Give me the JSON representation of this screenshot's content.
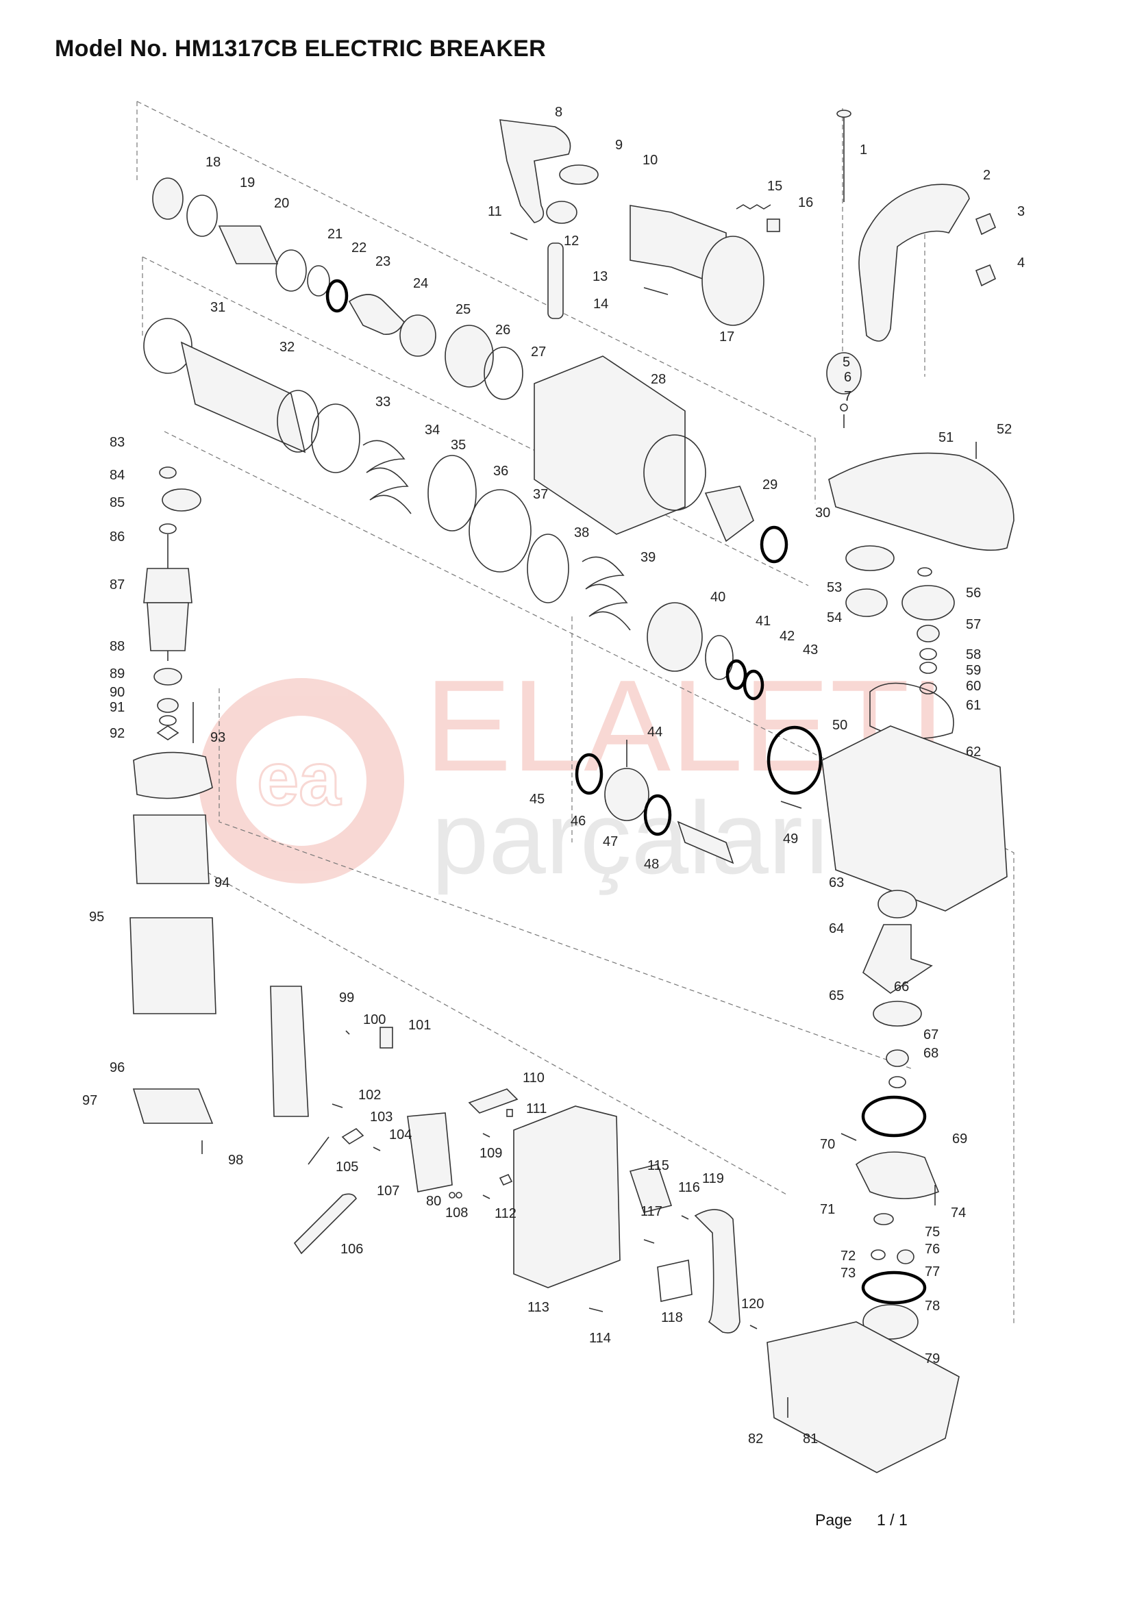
{
  "title": "Model No. HM1317CB  ELECTRIC BREAKER",
  "footer": {
    "page_label": "Page",
    "page_value": "1 / 1"
  },
  "watermark": {
    "brand": "ELALETI",
    "sub": "parçaları",
    "logo_text": "ea",
    "color": "#e0523f"
  },
  "parts": [
    {
      "n": "1"
    },
    {
      "n": "2"
    },
    {
      "n": "3"
    },
    {
      "n": "4"
    },
    {
      "n": "5"
    },
    {
      "n": "6"
    },
    {
      "n": "7"
    },
    {
      "n": "8"
    },
    {
      "n": "9"
    },
    {
      "n": "10"
    },
    {
      "n": "11"
    },
    {
      "n": "12"
    },
    {
      "n": "13"
    },
    {
      "n": "14"
    },
    {
      "n": "15"
    },
    {
      "n": "16"
    },
    {
      "n": "17"
    },
    {
      "n": "18"
    },
    {
      "n": "19"
    },
    {
      "n": "20"
    },
    {
      "n": "21"
    },
    {
      "n": "22"
    },
    {
      "n": "23"
    },
    {
      "n": "24"
    },
    {
      "n": "25"
    },
    {
      "n": "26"
    },
    {
      "n": "27"
    },
    {
      "n": "28"
    },
    {
      "n": "29"
    },
    {
      "n": "30"
    },
    {
      "n": "31"
    },
    {
      "n": "32"
    },
    {
      "n": "33"
    },
    {
      "n": "34"
    },
    {
      "n": "35"
    },
    {
      "n": "36"
    },
    {
      "n": "37"
    },
    {
      "n": "38"
    },
    {
      "n": "39"
    },
    {
      "n": "40"
    },
    {
      "n": "41"
    },
    {
      "n": "42"
    },
    {
      "n": "43"
    },
    {
      "n": "44"
    },
    {
      "n": "45"
    },
    {
      "n": "46"
    },
    {
      "n": "47"
    },
    {
      "n": "48"
    },
    {
      "n": "49"
    },
    {
      "n": "50"
    },
    {
      "n": "51"
    },
    {
      "n": "52"
    },
    {
      "n": "53"
    },
    {
      "n": "54"
    },
    {
      "n": "56"
    },
    {
      "n": "57"
    },
    {
      "n": "58"
    },
    {
      "n": "59"
    },
    {
      "n": "60"
    },
    {
      "n": "61"
    },
    {
      "n": "62"
    },
    {
      "n": "63"
    },
    {
      "n": "64"
    },
    {
      "n": "65"
    },
    {
      "n": "66"
    },
    {
      "n": "67"
    },
    {
      "n": "68"
    },
    {
      "n": "69"
    },
    {
      "n": "70"
    },
    {
      "n": "71"
    },
    {
      "n": "72"
    },
    {
      "n": "73"
    },
    {
      "n": "74"
    },
    {
      "n": "75"
    },
    {
      "n": "76"
    },
    {
      "n": "77"
    },
    {
      "n": "78"
    },
    {
      "n": "79"
    },
    {
      "n": "80"
    },
    {
      "n": "81"
    },
    {
      "n": "82"
    },
    {
      "n": "83"
    },
    {
      "n": "84"
    },
    {
      "n": "85"
    },
    {
      "n": "86"
    },
    {
      "n": "87"
    },
    {
      "n": "88"
    },
    {
      "n": "89"
    },
    {
      "n": "90"
    },
    {
      "n": "91"
    },
    {
      "n": "92"
    },
    {
      "n": "93"
    },
    {
      "n": "94"
    },
    {
      "n": "95"
    },
    {
      "n": "96"
    },
    {
      "n": "97"
    },
    {
      "n": "98"
    },
    {
      "n": "99"
    },
    {
      "n": "100"
    },
    {
      "n": "101"
    },
    {
      "n": "102"
    },
    {
      "n": "103"
    },
    {
      "n": "104"
    },
    {
      "n": "105"
    },
    {
      "n": "106"
    },
    {
      "n": "107"
    },
    {
      "n": "108"
    },
    {
      "n": "109"
    },
    {
      "n": "110"
    },
    {
      "n": "111"
    },
    {
      "n": "112"
    },
    {
      "n": "113"
    },
    {
      "n": "114"
    },
    {
      "n": "115"
    },
    {
      "n": "116"
    },
    {
      "n": "117"
    },
    {
      "n": "118"
    },
    {
      "n": "119"
    },
    {
      "n": "120"
    }
  ]
}
